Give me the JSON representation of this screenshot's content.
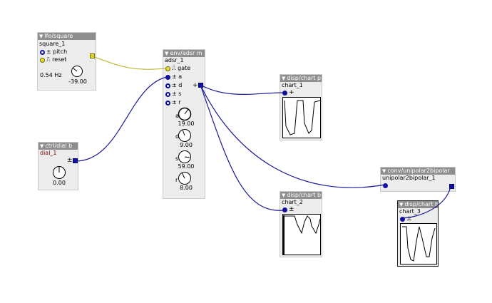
{
  "lfo": {
    "header": "lfo/square",
    "instance": "square_1",
    "in_pitch": "pitch",
    "in_reset": "reset",
    "freq": "0.54 Hz",
    "knob_value": "-39.00"
  },
  "dial": {
    "header": "ctrl/dial b",
    "instance": "dial_1",
    "value": "0.00"
  },
  "adsr": {
    "header": "env/adsr m",
    "instance": "adsr_1",
    "in_gate": "gate",
    "in_a": "a",
    "in_d": "d",
    "in_s": "s",
    "in_r": "r",
    "knobs": [
      {
        "label": "a",
        "value": "19.00"
      },
      {
        "label": "d",
        "value": "9.00"
      },
      {
        "label": "s",
        "value": "59.00"
      },
      {
        "label": "r",
        "value": "8.00"
      }
    ]
  },
  "chart1": {
    "header": "disp/chart p",
    "instance": "chart_1"
  },
  "chart2": {
    "header": "disp/chart b",
    "instance": "chart_2"
  },
  "chart3": {
    "header": "disp/chart b",
    "instance": "chart_3"
  },
  "conv": {
    "header": "conv/unipolar2bipolar",
    "instance": "unipolar2bipolar_1"
  },
  "glyphs": {
    "pm": "±",
    "plus": "+",
    "tri": "▼",
    "pulse": "⎍",
    "step": "⎍"
  },
  "colors": {
    "wire_blue": "#1a1a9a",
    "wire_yellow": "#b8b020",
    "header_bg": "#8e8e8e",
    "obj_bg": "#ececec"
  }
}
